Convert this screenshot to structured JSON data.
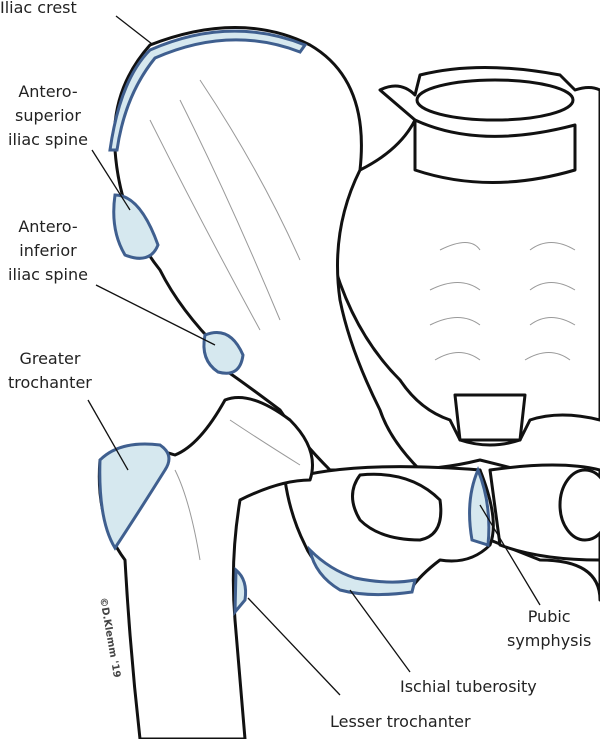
{
  "labels": {
    "iliac_crest": "Iliac crest",
    "asis": [
      "Antero-",
      "superior",
      "iliac spine"
    ],
    "aiis": [
      "Antero-",
      "inferior",
      "iliac spine"
    ],
    "greater_trochanter": [
      "Greater",
      "trochanter"
    ],
    "pubic_symphysis": [
      "Pubic",
      "symphysis"
    ],
    "ischial_tuberosity": "Ischial tuberosity",
    "lesser_trochanter": "Lesser trochanter"
  },
  "signature": "©D.Klemm '19",
  "colors": {
    "cartilage": "#d6e8ef",
    "cartilage_edge": "#3f5f8f",
    "outline": "#111111"
  }
}
